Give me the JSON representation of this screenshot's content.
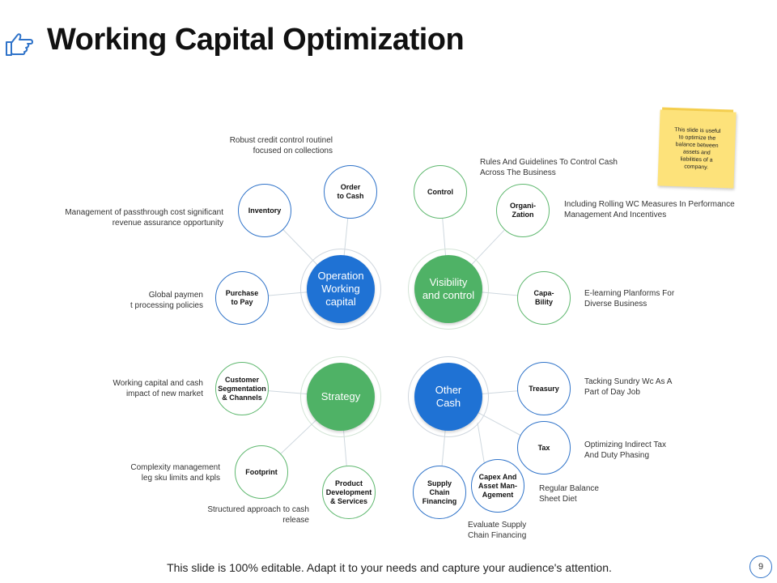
{
  "header": {
    "title": "Working Capital Optimization",
    "icon": "pointing-hand-icon"
  },
  "colors": {
    "blue": "#1f72d4",
    "green": "#4fb266",
    "connector": "#cfd8df",
    "note": "#fde27a"
  },
  "hubs": {
    "operation": "Operation\nWorking\ncapital",
    "visibility": "Visibility\nand control",
    "strategy": "Strategy",
    "other_cash": "Other\nCash"
  },
  "nodes": {
    "inventory": "Inventory",
    "order_to_cash": "Order\nto Cash",
    "purchase_to_pay": "Purchase\nto Pay",
    "control": "Control",
    "organization": "Organi-\nZation",
    "capability": "Capa-\nBility",
    "customer_segmentation": "Customer\nSegmentation\n& Channels",
    "footprint": "Footprint",
    "product_development": "Product\nDevelopment\n& Services",
    "treasury": "Treasury",
    "tax": "Tax",
    "capex": "Capex And\nAsset Man-\nAgement",
    "supply_chain": "Supply\nChain\nFinancing"
  },
  "descriptions": {
    "order_to_cash": "Robust credit control routinel\nfocused on collections",
    "inventory": "Management  of passthrough cost significant\nrevenue assurance opportunity",
    "purchase_to_pay": "Global paymen\nt processing policies",
    "control": "Rules And Guidelines To Control Cash\nAcross The Business",
    "organization": "Including Rolling WC Measures In Performance\nManagement And Incentives",
    "capability": "E-learning Planforms For\nDiverse Business",
    "customer_segmentation": "Working capital and cash\nimpact of new market",
    "footprint": "Complexity management\nleg sku limits and kpls",
    "product_development": "Structured approach to cash\nrelease",
    "treasury": "Tacking Sundry Wc As A\nPart of Day Job",
    "tax": "Optimizing Indirect Tax\nAnd Duty Phasing",
    "capex": "Regular Balance\nSheet Diet",
    "supply_chain": "Evaluate Supply\nChain Financing"
  },
  "sticky_note": "This slide is useful\nto optimize the\nbalance between\nassets and\nliabilities of a\ncompany.",
  "footer": {
    "text": "This slide is 100% editable. Adapt it to your needs and capture your audience's attention.",
    "page_number": "9"
  }
}
